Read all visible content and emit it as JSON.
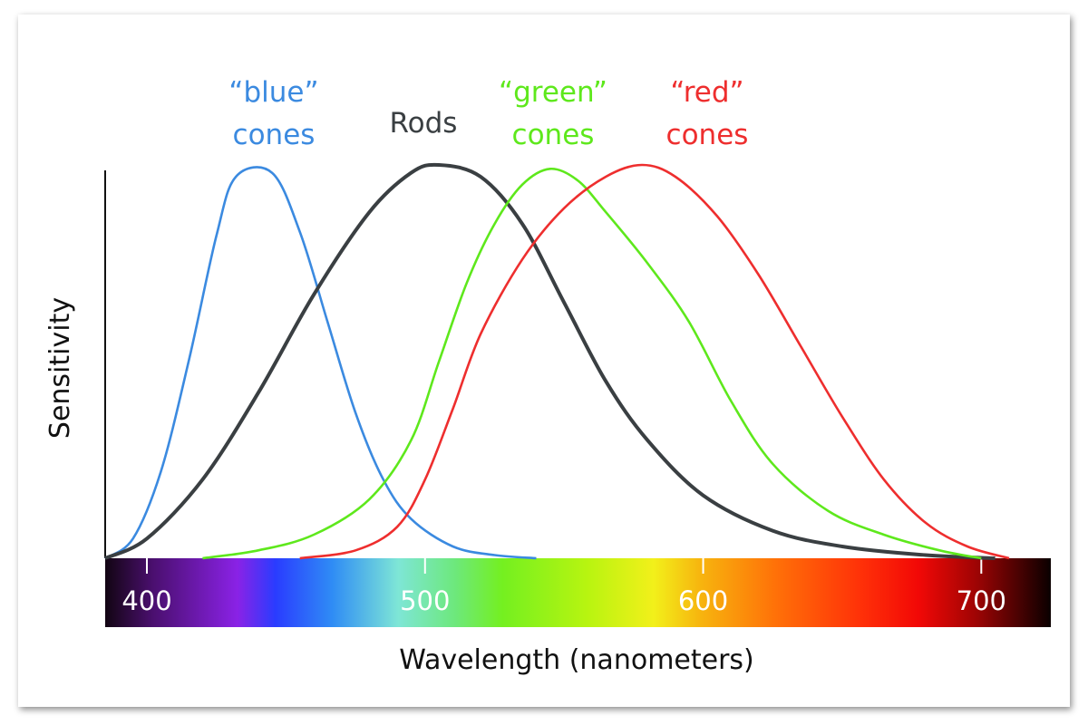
{
  "chart_data": {
    "type": "line",
    "xlabel": "Wavelength (nanometers)",
    "ylabel": "Sensitivity",
    "xlim": [
      385,
      725
    ],
    "ylim": [
      0,
      1
    ],
    "x_ticks": [
      400,
      500,
      600,
      700
    ],
    "x_tick_labels": [
      "400",
      "500",
      "600",
      "700"
    ],
    "grid": false,
    "series": [
      {
        "name_line1": "“blue”",
        "name_line2": "cones",
        "color": "#3b8ae0",
        "points": [
          [
            385,
            0
          ],
          [
            395,
            0.05
          ],
          [
            405,
            0.22
          ],
          [
            415,
            0.5
          ],
          [
            425,
            0.82
          ],
          [
            432,
            0.97
          ],
          [
            445,
            0.98
          ],
          [
            455,
            0.83
          ],
          [
            465,
            0.6
          ],
          [
            475,
            0.37
          ],
          [
            485,
            0.2
          ],
          [
            495,
            0.1
          ],
          [
            510,
            0.03
          ],
          [
            525,
            0.008
          ],
          [
            540,
            0
          ]
        ]
      },
      {
        "name": "Rods",
        "color": "#3a3f42",
        "points": [
          [
            385,
            0
          ],
          [
            400,
            0.05
          ],
          [
            420,
            0.2
          ],
          [
            440,
            0.42
          ],
          [
            460,
            0.67
          ],
          [
            480,
            0.88
          ],
          [
            495,
            0.98
          ],
          [
            505,
            1.0
          ],
          [
            520,
            0.97
          ],
          [
            535,
            0.85
          ],
          [
            550,
            0.65
          ],
          [
            565,
            0.45
          ],
          [
            580,
            0.3
          ],
          [
            600,
            0.16
          ],
          [
            625,
            0.07
          ],
          [
            650,
            0.03
          ],
          [
            680,
            0.008
          ],
          [
            705,
            0
          ]
        ]
      },
      {
        "name_line1": "“green”",
        "name_line2": "cones",
        "color": "#5ee81c",
        "points": [
          [
            420,
            0
          ],
          [
            440,
            0.02
          ],
          [
            460,
            0.06
          ],
          [
            480,
            0.15
          ],
          [
            495,
            0.3
          ],
          [
            505,
            0.5
          ],
          [
            515,
            0.7
          ],
          [
            525,
            0.85
          ],
          [
            535,
            0.95
          ],
          [
            545,
            0.99
          ],
          [
            555,
            0.96
          ],
          [
            565,
            0.88
          ],
          [
            580,
            0.75
          ],
          [
            595,
            0.6
          ],
          [
            610,
            0.4
          ],
          [
            625,
            0.24
          ],
          [
            645,
            0.12
          ],
          [
            665,
            0.06
          ],
          [
            685,
            0.02
          ],
          [
            700,
            0
          ]
        ]
      },
      {
        "name_line1": "“red”",
        "name_line2": "cones",
        "color": "#ee2e2e",
        "points": [
          [
            455,
            0
          ],
          [
            475,
            0.02
          ],
          [
            490,
            0.08
          ],
          [
            500,
            0.2
          ],
          [
            510,
            0.38
          ],
          [
            520,
            0.57
          ],
          [
            535,
            0.76
          ],
          [
            550,
            0.89
          ],
          [
            565,
            0.97
          ],
          [
            578,
            1.0
          ],
          [
            590,
            0.97
          ],
          [
            605,
            0.87
          ],
          [
            620,
            0.72
          ],
          [
            635,
            0.54
          ],
          [
            650,
            0.36
          ],
          [
            665,
            0.2
          ],
          [
            680,
            0.09
          ],
          [
            695,
            0.03
          ],
          [
            710,
            0
          ]
        ]
      }
    ]
  }
}
